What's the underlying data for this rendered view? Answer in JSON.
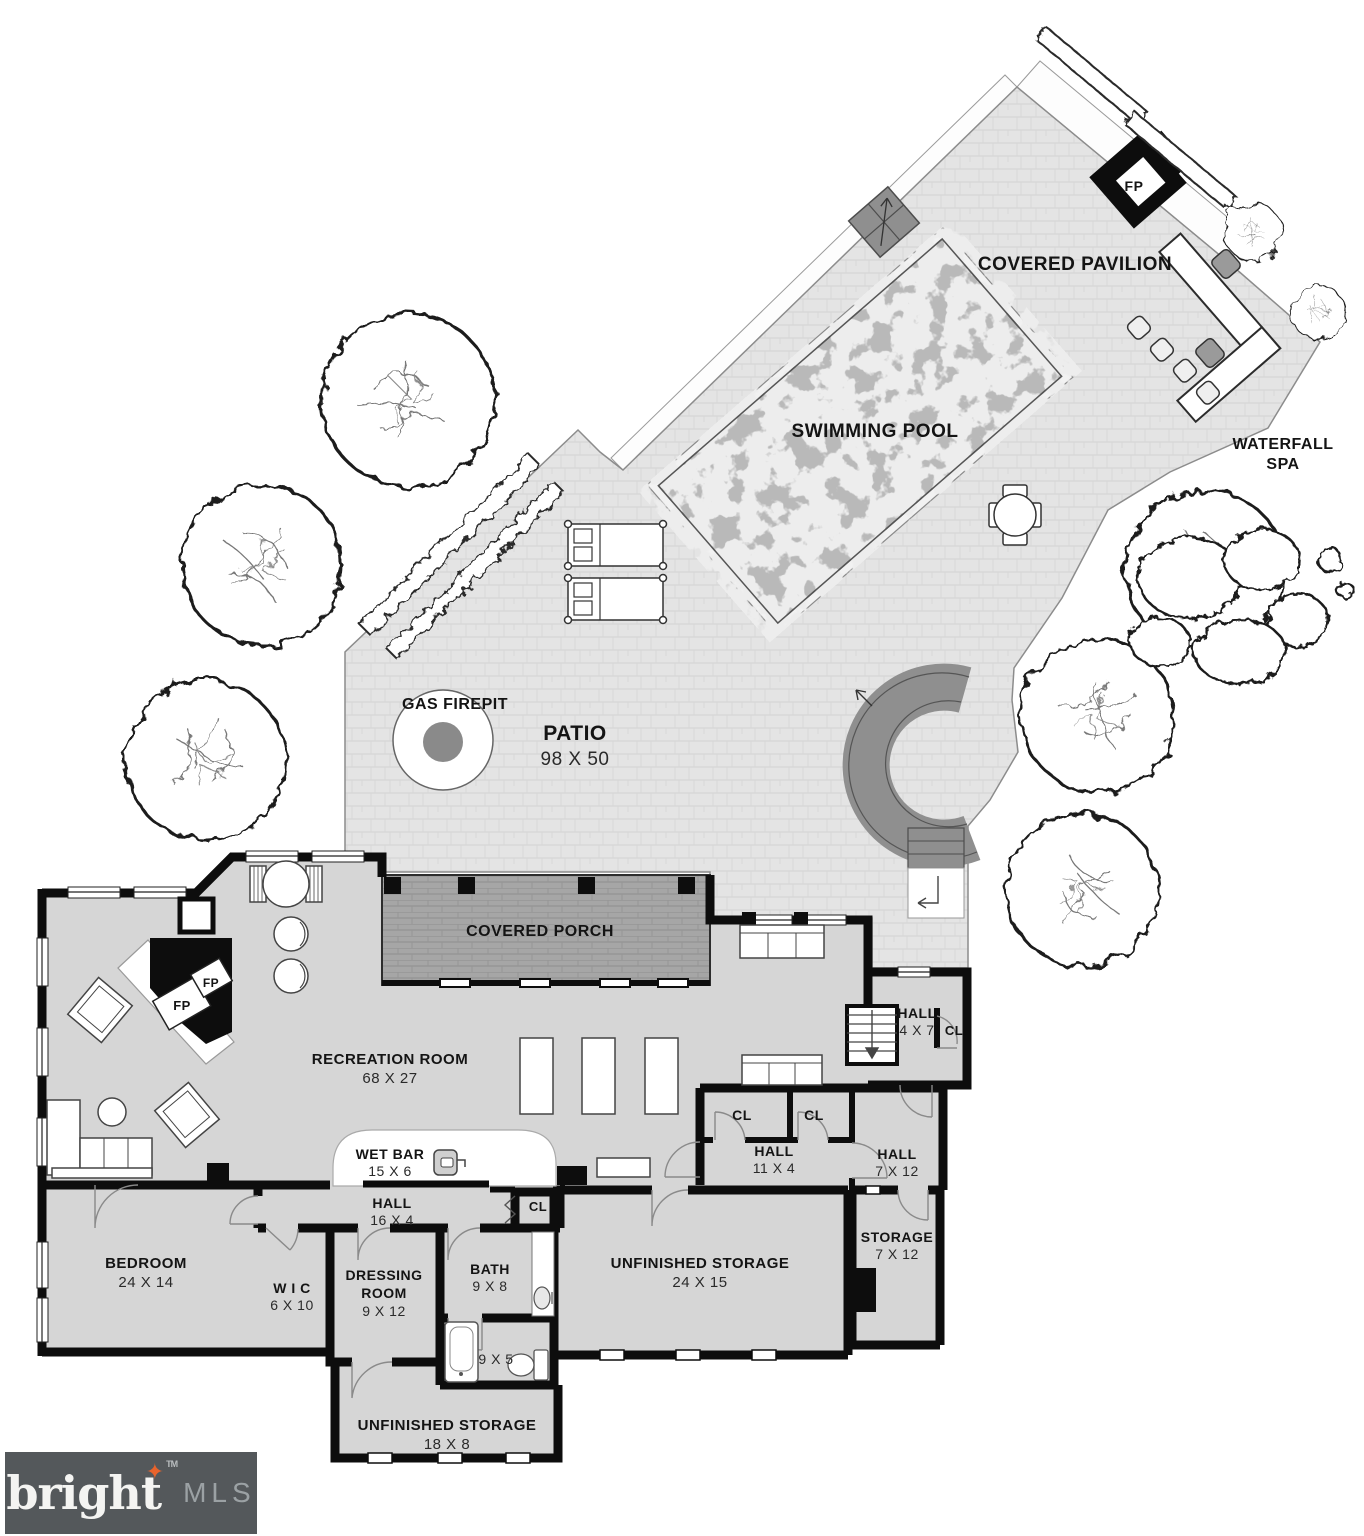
{
  "outdoor": {
    "covered_pavilion": {
      "label": "COVERED PAVILION"
    },
    "pavilion_fireplace": {
      "label": "FP"
    },
    "swimming_pool": {
      "label": "SWIMMING POOL"
    },
    "waterfall_spa": {
      "line1": "WATERFALL",
      "line2": "SPA"
    },
    "gas_firepit": {
      "label": "GAS FIREPIT"
    },
    "patio": {
      "label": "PATIO",
      "dims": "98 X 50"
    },
    "covered_porch": {
      "label": "COVERED PORCH"
    }
  },
  "rooms": {
    "recreation_room": {
      "label": "RECREATION ROOM",
      "dims": "68 X 27"
    },
    "fireplace_left": {
      "label": "FP"
    },
    "fireplace_right": {
      "label": "FP"
    },
    "hall_upper": {
      "label": "HALL",
      "dims": "4 X 7"
    },
    "closet_upper": {
      "label": "CL"
    },
    "closet_a": {
      "label": "CL"
    },
    "closet_b": {
      "label": "CL"
    },
    "hall_center": {
      "label": "HALL",
      "dims": "11 X 4"
    },
    "hall_right": {
      "label": "HALL",
      "dims": "7 X 12"
    },
    "wet_bar": {
      "label": "WET BAR",
      "dims": "15 X 6"
    },
    "hall_lower": {
      "label": "HALL",
      "dims": "16 X 4"
    },
    "closet_bath": {
      "label": "CL"
    },
    "storage": {
      "label": "STORAGE",
      "dims": "7 X 12"
    },
    "bedroom": {
      "label": "BEDROOM",
      "dims": "24 X 14"
    },
    "wic": {
      "label": "W I C",
      "dims": "6 X 10"
    },
    "dressing_room": {
      "line1": "DRESSING",
      "line2": "ROOM",
      "dims": "9 X 12"
    },
    "bath": {
      "label": "BATH",
      "dims": "9 X 8"
    },
    "tub_area": {
      "dims": "9 X 5"
    },
    "unfinished_storage_large": {
      "label": "UNFINISHED STORAGE",
      "dims": "24 X 15"
    },
    "unfinished_storage_small": {
      "label": "UNFINISHED STORAGE",
      "dims": "18 X 8"
    }
  },
  "logo": {
    "brand": "bright",
    "tm": "TM",
    "suffix": "MLS",
    "star": "✦"
  },
  "colors": {
    "walls": "#0d0d0d",
    "paver": "#e4e4e4",
    "porch": "#a6a6a6",
    "floor": "#d6d6d6",
    "water": "#b9b9b9",
    "accent_star": "#e8632c",
    "logo_bg": "#54585b",
    "step_gray": "#8f8f8f"
  }
}
